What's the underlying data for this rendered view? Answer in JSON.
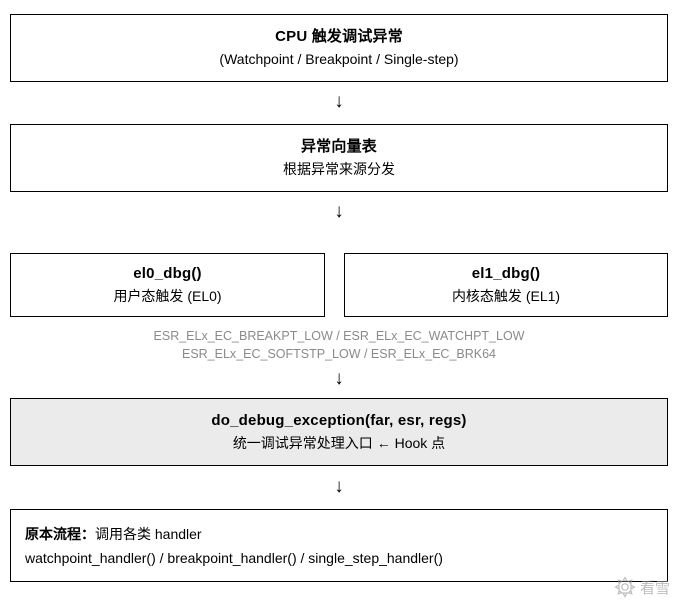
{
  "diagram": {
    "type": "flowchart",
    "nodes": [
      {
        "id": "cpu-exception",
        "title": "CPU 触发调试异常",
        "subtitle": "(Watchpoint / Breakpoint / Single-step)"
      },
      {
        "id": "vector-table",
        "title": "异常向量表",
        "subtitle": "根据异常来源分发"
      },
      {
        "id": "el0-dbg",
        "title": "el0_dbg()",
        "subtitle": "用户态触发 (EL0)"
      },
      {
        "id": "el1-dbg",
        "title": "el1_dbg()",
        "subtitle": "内核态触发 (EL1)"
      },
      {
        "id": "do-debug-exception",
        "title": "do_debug_exception(far, esr, regs)",
        "subtitle": "统一调试异常处理入口 ← Hook 点"
      },
      {
        "id": "original-flow",
        "line1_bold": "原本流程：",
        "line1_rest": "调用各类 handler",
        "line2": "watchpoint_handler() / breakpoint_handler() / single_step_handler()"
      }
    ],
    "notes": {
      "esr_line1": "ESR_ELx_EC_BREAKPT_LOW / ESR_ELx_EC_WATCHPT_LOW",
      "esr_line2": "ESR_ELx_EC_SOFTSTP_LOW / ESR_ELx_EC_BRK64"
    },
    "arrows": {
      "glyph": "↓",
      "count": 4
    },
    "watermark": {
      "text": "看雪"
    }
  }
}
